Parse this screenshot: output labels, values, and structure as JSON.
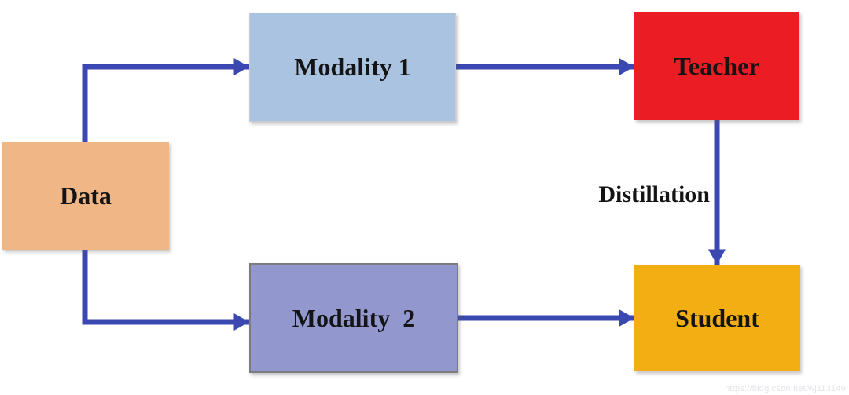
{
  "diagram": {
    "nodes": {
      "data": {
        "label": "Data"
      },
      "modality1": {
        "label": "Modality 1"
      },
      "modality2": {
        "label": "Modality  2"
      },
      "teacher": {
        "label": "Teacher"
      },
      "student": {
        "label": "Student"
      }
    },
    "edges": [
      {
        "from": "data",
        "to": "modality1"
      },
      {
        "from": "data",
        "to": "modality2"
      },
      {
        "from": "modality1",
        "to": "teacher"
      },
      {
        "from": "modality2",
        "to": "student"
      },
      {
        "from": "teacher",
        "to": "student",
        "label": "Distillation"
      }
    ]
  },
  "colors": {
    "arrow": "#3B48B2",
    "data_box": "#F0B685",
    "modality1_box": "#A9C3E1",
    "modality1_border": "#C9CDD3",
    "modality2_box": "#9297CE",
    "modality2_border": "#7C7C7C",
    "teacher_box": "#EC1C24",
    "student_box": "#F3AE13",
    "watermark_text": "#E4E4EA"
  },
  "watermark": "https://blog.csdn.net/wj113149"
}
